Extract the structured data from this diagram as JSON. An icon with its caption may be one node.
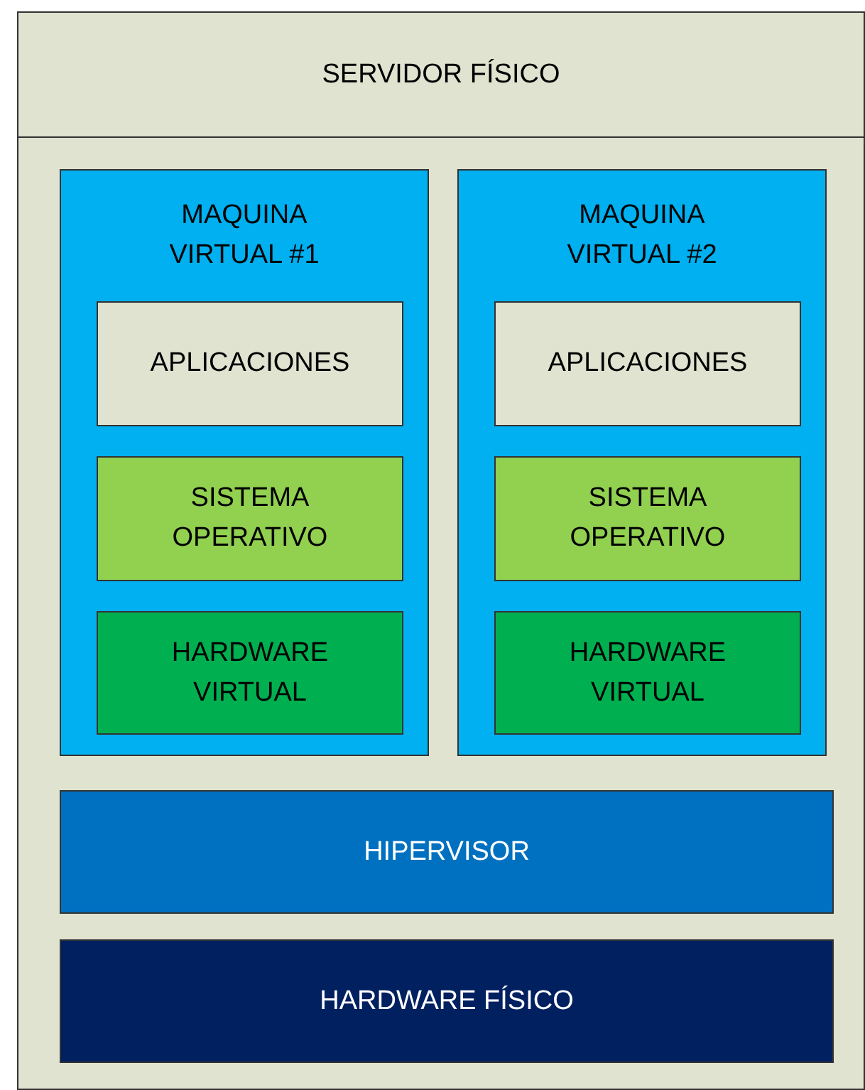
{
  "diagram": {
    "nodes": [
      {
        "text": [
          "SERVIDOR FÍSICO"
        ]
      },
      {
        "text": [
          "MAQUINA VIRTUAL #1"
        ],
        "in": 0
      },
      {
        "text": [
          "APLICACIONES"
        ],
        "in": 1
      },
      {
        "text": [
          "SISTEMA OPERATIVO"
        ],
        "in": 1
      },
      {
        "text": [
          "HARDWARE VIRTUAL"
        ],
        "in": 1
      },
      {
        "text": [
          "MAQUINA VIRTUAL #2"
        ],
        "in": 0
      },
      {
        "text": [
          "APLICACIONES"
        ],
        "in": 5
      },
      {
        "text": [
          "SISTEMA OPERATIVO"
        ],
        "in": 5
      },
      {
        "text": [
          "HARDWARE VIRTUAL"
        ],
        "in": 5
      },
      {
        "text": [
          "HIPERVISOR"
        ],
        "in": 0
      },
      {
        "text": [
          "HARDWARE FÍSICO"
        ],
        "in": 0
      }
    ]
  }
}
